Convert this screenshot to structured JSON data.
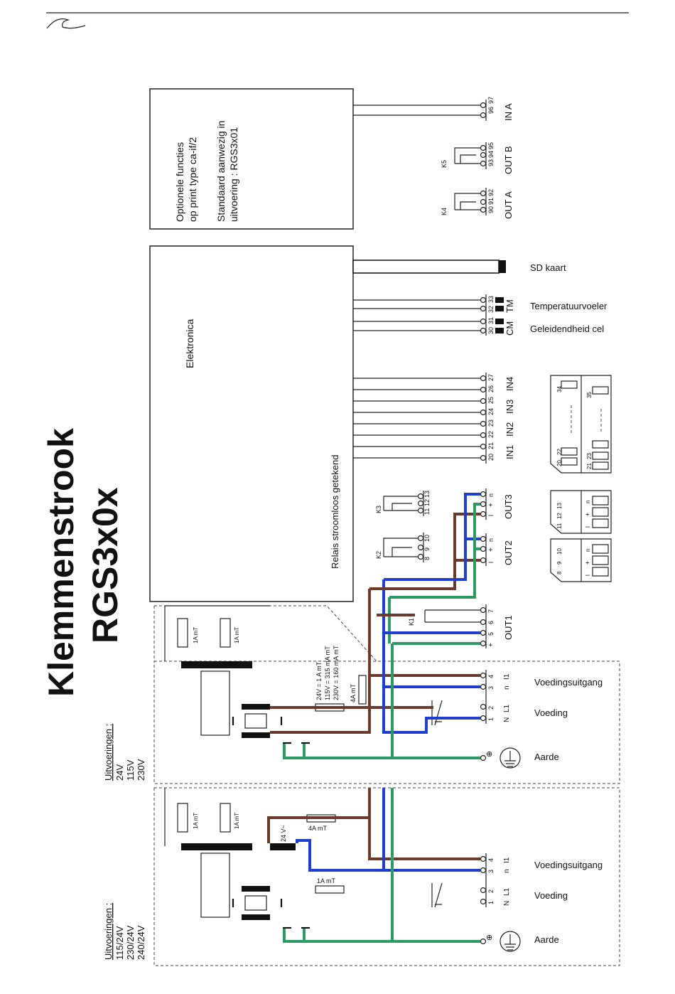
{
  "title": "Klemmenstrook",
  "model": "RGS3x0x",
  "optional_box": {
    "line1": "Optionele functies",
    "line2": "op print type ca-if/2",
    "line3": "Standaard aanwezig in",
    "line4": "uitvoering : RGS3x01"
  },
  "electronics_label": "Elektronica",
  "relay_note": "Relais stroomloos getekend",
  "terminals": {
    "in_a": "IN A",
    "in_a_nums": [
      "96",
      "97"
    ],
    "out_b": "OUT B",
    "out_b_nums": [
      "93",
      "94",
      "95"
    ],
    "k5": "K5",
    "out_a": "OUT A",
    "out_a_nums": [
      "90",
      "91",
      "92"
    ],
    "k4": "K4",
    "sd": "SD kaart",
    "tm": "TM",
    "cm": "CM",
    "tm_nums": [
      "33",
      "32",
      "31",
      "30"
    ],
    "temp": "Temperatuurvoeler",
    "cond": "Geleidendheid cel",
    "in4": "IN4",
    "in3": "IN3",
    "in2": "IN2",
    "in1": "IN1",
    "in_nums": [
      "20",
      "21",
      "22",
      "23",
      "24",
      "25",
      "26",
      "27"
    ],
    "out3": "OUT3",
    "out3_nums": [
      "n",
      "+",
      "l"
    ],
    "out2": "OUT2",
    "out2_nums": [
      "n",
      "+",
      "l"
    ],
    "k3": "K3",
    "k3_nums": [
      "11",
      "12",
      "13"
    ],
    "k2": "K2",
    "k2_nums": [
      "8",
      "9",
      "10"
    ],
    "out1": "OUT1",
    "out1_nums": [
      "7",
      "6",
      "5",
      "+"
    ],
    "k1": "K1"
  },
  "connector_blocks": {
    "a_nums": [
      "34",
      "20",
      "22"
    ],
    "b_nums": [
      "35",
      "21",
      "23"
    ],
    "c_nums": [
      "11",
      "12",
      "13",
      "+",
      "n",
      "l"
    ],
    "d_nums": [
      "8",
      "9",
      "10",
      "+",
      "n",
      "l"
    ]
  },
  "upper_section": {
    "variants_header": "Uitvoeringen :",
    "variants": [
      "24V",
      "115V",
      "230V"
    ],
    "fuse_small": "1A mT",
    "fuse_main": "4A mT",
    "fuse_table": [
      "24V = 1 A mT",
      "115V = 315 mA mT",
      "230V = 160 mA mT"
    ],
    "supply_out": "Voedingsuitgang",
    "supply_out_nums": [
      "4",
      "3",
      "I1",
      "n"
    ],
    "supply": "Voeding",
    "supply_nums": [
      "2",
      "1",
      "L1",
      "N"
    ],
    "earth": "Aarde"
  },
  "lower_section": {
    "variants_header": "Uitvoeringen :",
    "variants": [
      "115/24V",
      "230/24V",
      "240/24V"
    ],
    "fuse_small": "1A mT",
    "fuse_main": "4A mT",
    "fuse_input": "1A mT",
    "voltage": "24 V~",
    "supply_out": "Voedingsuitgang",
    "supply_out_nums": [
      "4",
      "3",
      "I1",
      "n"
    ],
    "supply": "Voeding",
    "supply_nums": [
      "2",
      "1",
      "L1",
      "N"
    ],
    "earth": "Aarde"
  },
  "colors": {
    "brown": "#6b3a2a",
    "blue": "#1f3fd1",
    "green": "#2e9a63"
  }
}
